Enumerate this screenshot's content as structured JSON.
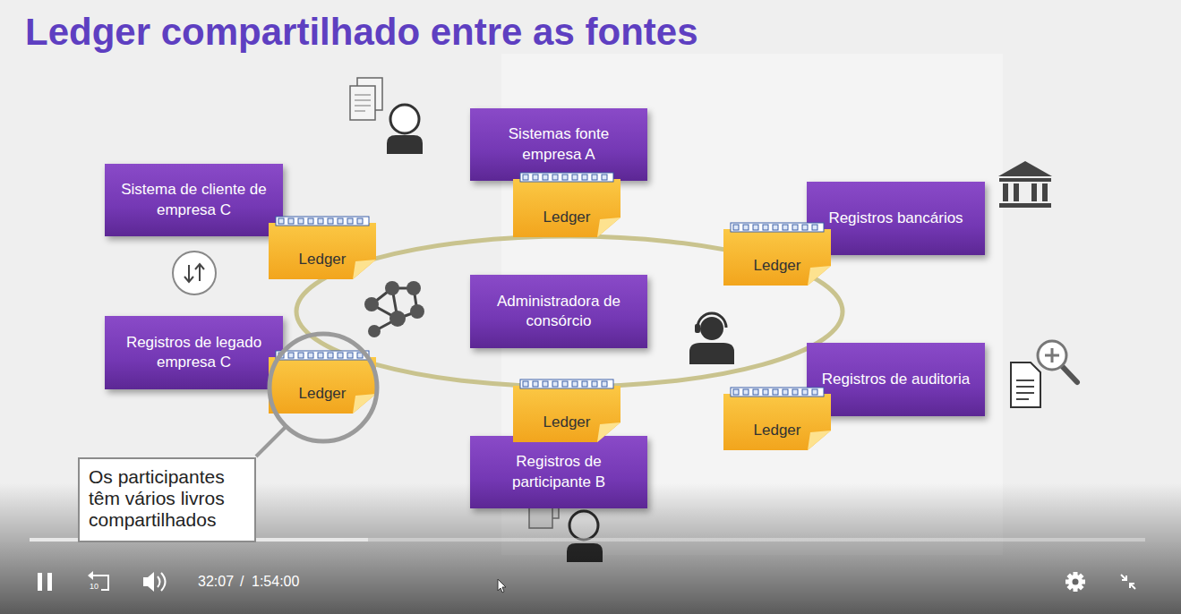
{
  "diagram": {
    "title": "Ledger compartilhado entre as fontes",
    "nodes": [
      {
        "text": [
          "Sistemas fonte empresa A"
        ]
      },
      {
        "text": [
          "Ledger"
        ]
      },
      {
        "text": [
          "Sistema de cliente de empresa C"
        ]
      },
      {
        "text": [
          "Registros bancários"
        ]
      },
      {
        "text": [
          "Ledger"
        ]
      },
      {
        "text": [
          "Ledger"
        ]
      },
      {
        "text": [
          "Administradora de consórcio"
        ]
      },
      {
        "text": [
          "Registros de legado empresa C"
        ]
      },
      {
        "text": [
          "Registros de auditoria"
        ]
      },
      {
        "text": [
          "Ledger"
        ]
      },
      {
        "text": [
          "Ledger"
        ]
      },
      {
        "text": [
          "Ledger"
        ]
      },
      {
        "text": [
          "Registros de participante B"
        ]
      },
      {
        "text": [
          "Os participantes têm vários livros compartilhados"
        ]
      }
    ],
    "labels": [
      "32:07",
      "/",
      "1:54:00",
      "10"
    ]
  }
}
